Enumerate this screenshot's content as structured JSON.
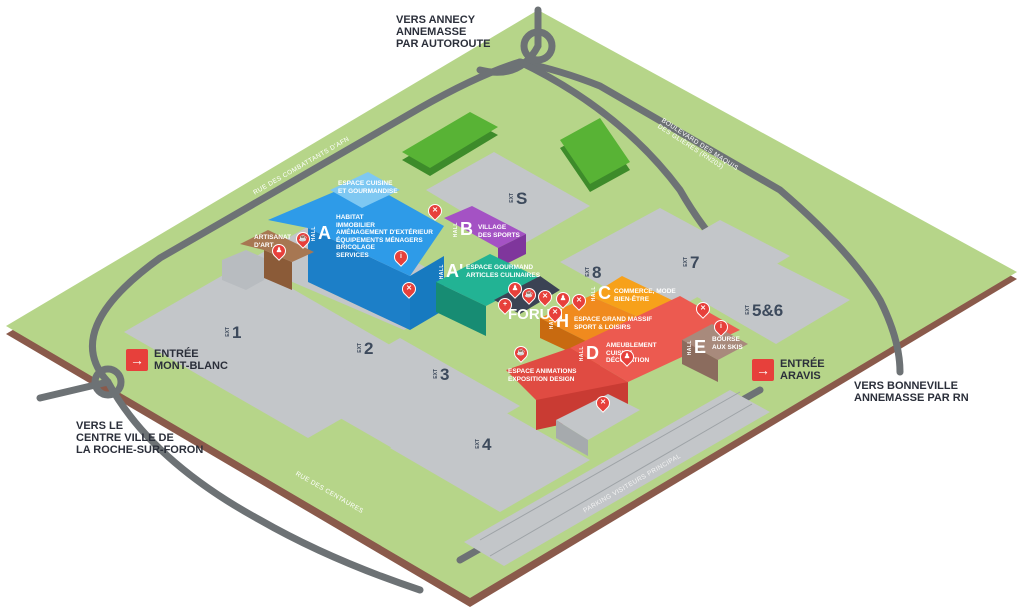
{
  "directions": {
    "north": "VERS ANNECY\nANNEMASSE\nPAR AUTOROUTE",
    "east": "VERS BONNEVILLE\nANNEMASSE PAR RN",
    "west": "VERS LE\nCENTRE VILLE DE\nLA ROCHE-SUR-FORON"
  },
  "entrances": {
    "mont_blanc": "ENTRÉE\nMONT-BLANC",
    "aravis": "ENTRÉE\nARAVIS"
  },
  "streets": {
    "afn": "RUE DES COMBATTANTS D'AFN",
    "maquis": "BOULEVARD DES MAQUIS\nDES GLIÈRES (RN203)",
    "centaures": "RUE DES CENTAURES",
    "parking": "PARKING VISITEURS PRINCIPAL"
  },
  "labels": {
    "hall_word": "HALL",
    "ext_word": "EXT",
    "forum": "FORUM"
  },
  "halls": {
    "A": {
      "letter": "A",
      "text": "HABITAT\nIMMOBILIER\nAMÉNAGEMENT D'EXTÉRIEUR\nÉQUIPEMENTS MÉNAGERS\nBRICOLAGE\nSERVICES",
      "color": "#2e9be8"
    },
    "A_top": {
      "text": "ESPACE CUISINE\nET GOURMANDISE",
      "color": "#7ec8f2"
    },
    "artisanat": {
      "text": "ARTISANAT\nD'ART",
      "color": "#a77752"
    },
    "B": {
      "letter": "B",
      "text": "VILLAGE\nDES SPORTS",
      "color": "#a452c4"
    },
    "A2": {
      "letter": "A'",
      "text": "ESPACE GOURMAND\nARTICLES CULINAIRES",
      "color": "#22b394"
    },
    "C": {
      "letter": "C",
      "text": "COMMERCE, MODE\nBIEN-ÊTRE",
      "color": "#f7a11a"
    },
    "H": {
      "letter": "H",
      "text": "ESPACE GRAND MASSIF\nSPORT & LOISIRS",
      "color": "#f08a1e"
    },
    "D": {
      "letter": "D",
      "text": "AMEUBLEMENT\nCUISINE\nDÉCORATION",
      "color": "#ec5a50"
    },
    "D_side": {
      "text": "ESPACE ANIMATIONS\nEXPOSITION DESIGN"
    },
    "E": {
      "letter": "E",
      "text": "BOURSE\nAUX SKIS",
      "color": "#a88a7c"
    }
  },
  "exts": {
    "s": "S",
    "e1": "1",
    "e2": "2",
    "e3": "3",
    "e4": "4",
    "e7": "7",
    "e8": "8",
    "e56": "5&6"
  },
  "colors": {
    "grass": "#b6d589",
    "road": "#6d7275",
    "lot": "#c3c6c9",
    "accent": "#e7403b",
    "forum": "#3b4354"
  },
  "pins": [
    "restaurant-icon",
    "info-icon",
    "toilet-icon",
    "bar-icon"
  ]
}
